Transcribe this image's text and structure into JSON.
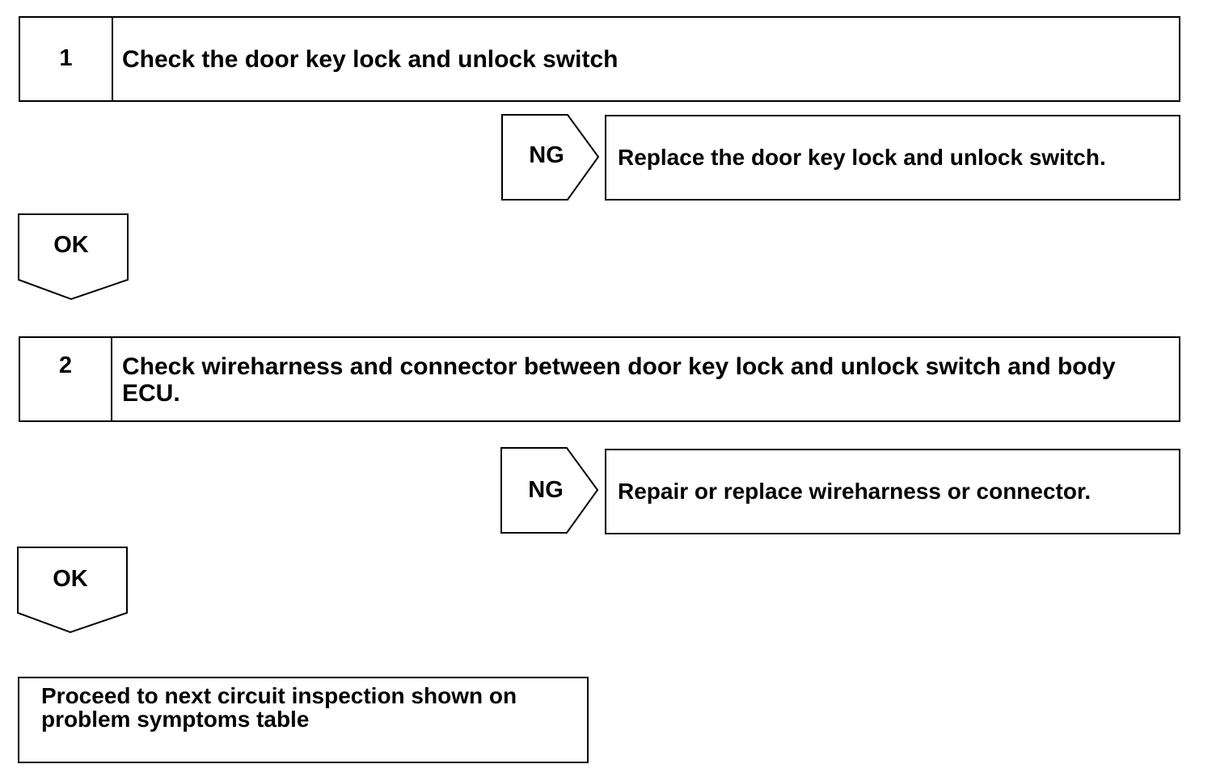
{
  "steps": [
    {
      "number": "1",
      "text": "Check the door key lock and unlock switch"
    },
    {
      "number": "2",
      "text": "Check wireharness and connector between door key lock and unlock switch and body ECU."
    }
  ],
  "ng_branches": [
    {
      "label": "NG",
      "action": "Replace the door key lock and unlock switch."
    },
    {
      "label": "NG",
      "action": "Repair or replace wireharness or connector."
    }
  ],
  "ok_arrows": [
    {
      "label": "OK"
    },
    {
      "label": "OK"
    }
  ],
  "final": {
    "text": "Proceed to next circuit inspection shown on problem symptoms table"
  }
}
